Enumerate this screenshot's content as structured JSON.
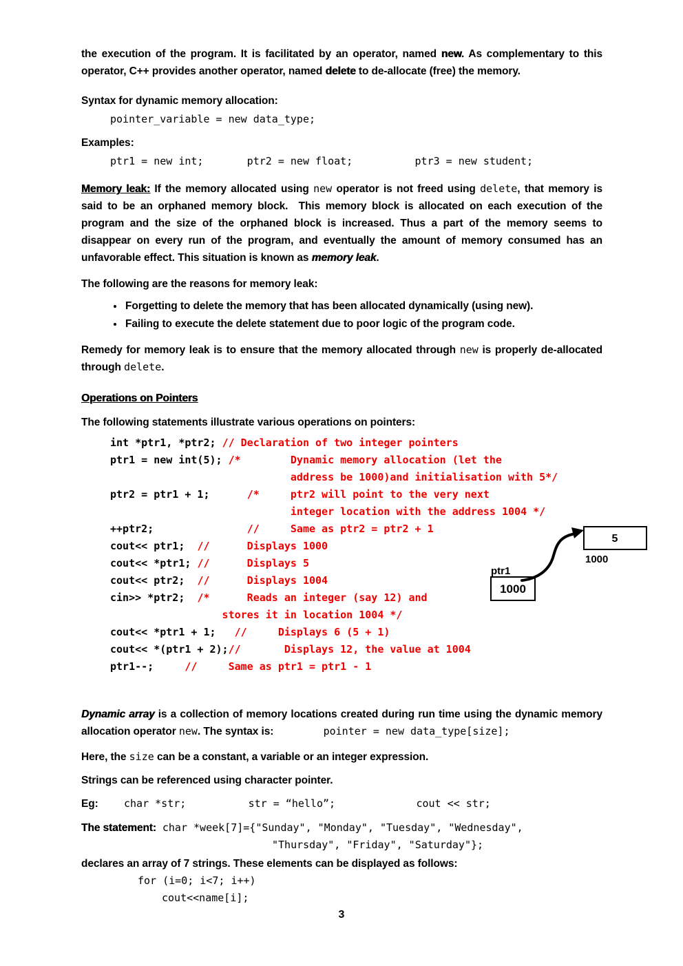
{
  "colors": {
    "comment_red": "#ee0000",
    "text_black": "#000000"
  },
  "intro": {
    "p1": [
      {
        "t": "the execution of the program. It is facilitated by an operator, named ",
        "s": "plain"
      },
      {
        "t": "new",
        "s": "xb"
      },
      {
        "t": ". As complementary to this operator, C++ provides another operator, named ",
        "s": "plain"
      },
      {
        "t": "delete",
        "s": "xb"
      },
      {
        "t": " to de-allocate (free) the memory.",
        "s": "plain"
      }
    ],
    "syntax_label": "Syntax for dynamic memory allocation:",
    "syntax_code": "pointer_variable = new data_type;",
    "examples_label": "Examples:",
    "examples_code": "ptr1 = new int;       ptr2 = new float;          ptr3 = new student;"
  },
  "memory_leak": {
    "para": [
      {
        "t": "Memory leak:",
        "s": "bu"
      },
      {
        "t": " If the memory allocated using ",
        "s": "plain"
      },
      {
        "t": "new",
        "s": "mono"
      },
      {
        "t": " operator is not freed using ",
        "s": "plain"
      },
      {
        "t": "delete",
        "s": "mono"
      },
      {
        "t": ", that memory is said to be an orphaned memory block.  This memory block is allocated on each execution of the program and the size of the orphaned block is increased. Thus a part of the memory seems to disappear on every run of the program, and eventually the amount of memory consumed has an unfavorable effect. This situation is known as ",
        "s": "plain"
      },
      {
        "t": "memory leak",
        "s": "bi"
      },
      {
        "t": ".",
        "s": "plain"
      }
    ],
    "reasons_label": "The following are the reasons for memory leak:",
    "bullets": [
      "Forgetting to delete the memory that has been allocated dynamically (using new).",
      "Failing to execute the delete statement due to poor logic of the program code."
    ],
    "remedy": [
      {
        "t": "Remedy for memory leak is to ensure that the memory allocated through ",
        "s": "plain"
      },
      {
        "t": "new",
        "s": "mono"
      },
      {
        "t": " is properly de-allocated through ",
        "s": "plain"
      },
      {
        "t": "delete",
        "s": "mono"
      },
      {
        "t": ".",
        "s": "plain"
      }
    ]
  },
  "operations": {
    "heading": "Operations on Pointers",
    "intro": "The following statements illustrate various operations on pointers:",
    "code_lines": [
      [
        {
          "t": "int *ptr1, *ptr2; ",
          "c": "k"
        },
        {
          "t": "// Declaration of two integer pointers",
          "c": "r"
        }
      ],
      [
        {
          "t": "ptr1 = new int(5); ",
          "c": "k"
        },
        {
          "t": "/*        Dynamic memory allocation (let the",
          "c": "r"
        }
      ],
      [
        {
          "t": "                             address be 1000)and initialisation with 5*/",
          "c": "r"
        }
      ],
      [
        {
          "t": "ptr2 = ptr1 + 1;      ",
          "c": "k"
        },
        {
          "t": "/*     ptr2 will point to the very next",
          "c": "r"
        }
      ],
      [
        {
          "t": "                             integer location with the address 1004 */",
          "c": "r"
        }
      ],
      [
        {
          "t": "++ptr2;               ",
          "c": "k"
        },
        {
          "t": "//     Same as ptr2 = ptr2 + 1",
          "c": "r"
        }
      ],
      [
        {
          "t": "cout<< ptr1;  ",
          "c": "k"
        },
        {
          "t": "//      Displays 1000",
          "c": "r"
        }
      ],
      [
        {
          "t": "cout<< *ptr1; ",
          "c": "k"
        },
        {
          "t": "//      Displays 5",
          "c": "r"
        }
      ],
      [
        {
          "t": "cout<< ptr2;  ",
          "c": "k"
        },
        {
          "t": "//      Displays 1004",
          "c": "r"
        }
      ],
      [
        {
          "t": "cin>> *ptr2;  ",
          "c": "k"
        },
        {
          "t": "/*      Reads an integer (say 12) and",
          "c": "r"
        }
      ],
      [
        {
          "t": "                  stores it in location 1004 */",
          "c": "r"
        }
      ],
      [
        {
          "t": "cout<< *ptr1 + 1;   ",
          "c": "k"
        },
        {
          "t": "//     Displays 6 (5 + 1)",
          "c": "r"
        }
      ],
      [
        {
          "t": "cout<< *(ptr1 + 2);",
          "c": "k"
        },
        {
          "t": "//       Displays 12, the value at 1004",
          "c": "r"
        }
      ],
      [
        {
          "t": "ptr1--;     ",
          "c": "k"
        },
        {
          "t": "//     Same as ptr1 = ptr1 - 1",
          "c": "r"
        }
      ]
    ]
  },
  "diagram": {
    "ptr1_label": "ptr1",
    "ptr1_value": "1000",
    "target_value": "5",
    "target_address": "1000"
  },
  "dynamic_array": {
    "para": [
      {
        "t": "Dynamic array",
        "s": "bi"
      },
      {
        "t": " is a collection of memory locations created during run time using the dynamic memory allocation operator ",
        "s": "plain"
      },
      {
        "t": "new",
        "s": "mono"
      },
      {
        "t": ". The syntax is:",
        "s": "plain"
      },
      {
        "t": "        pointer = new data_type[size];",
        "s": "mono"
      }
    ],
    "size_note": [
      {
        "t": "Here, the ",
        "s": "plain"
      },
      {
        "t": "size",
        "s": "mono"
      },
      {
        "t": " can be a constant, a variable or an integer expression.",
        "s": "plain"
      }
    ],
    "strings_note": "Strings can be referenced using character pointer.",
    "eg_label": "Eg:",
    "eg_code": "char *str;          str = “hello”;             cout << str;",
    "statement_label": "The statement:",
    "statement_code1": " char *week[7]={\"Sunday\", \"Monday\", \"Tuesday\", \"Wednesday\",",
    "statement_code2": "\"Thursday\", \"Friday\", \"Saturday\"};",
    "declares": "declares an array of 7 strings. These elements can be displayed as follows:",
    "for_line": "for (i=0; i<7; i++)",
    "cout_line": "cout<<name[i];"
  },
  "page": {
    "number": "3"
  }
}
